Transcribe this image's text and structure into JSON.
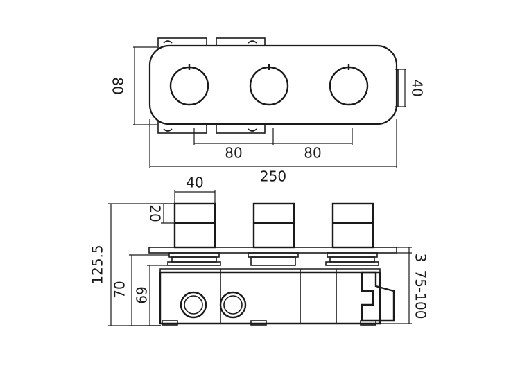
{
  "top_view": {
    "knob_spacing_left": "80",
    "knob_spacing_right": "80",
    "overall_width": "250",
    "plate_height": "80",
    "body_depth": "40"
  },
  "side_view": {
    "handle_width": "40",
    "handle_height": "20",
    "overall_height": "125.5",
    "body_height": "70",
    "inner_height": "69",
    "plate_thickness": "3",
    "wall_depth_range": "75-100"
  }
}
